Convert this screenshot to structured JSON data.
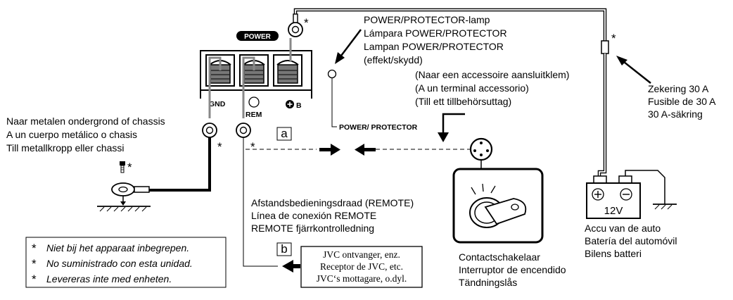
{
  "power_badge": "POWER",
  "terminal_labels": {
    "gnd": "GND",
    "rem": "REM",
    "b": "B"
  },
  "lamp_caption": [
    "POWER/PROTECTOR-lamp",
    "Lámpara POWER/PROTECTOR",
    "Lampan POWER/PROTECTOR",
    "(effekt/skydd)"
  ],
  "accessory_caption": [
    "(Naar een accessoire aansluitklem)",
    "(A un terminal accessorio)",
    "(Till ett tillbehörsuttag)"
  ],
  "power_protector_label": "POWER/ PROTECTOR",
  "fuse_caption": [
    "Zekering 30 A",
    "Fusible de 30 A",
    "30 A-säkring"
  ],
  "chassis_caption": [
    "Naar metalen ondergrond of chassis",
    "A un cuerpo metálico o chasis",
    "Till metallkropp eller chassi"
  ],
  "box_a": "a",
  "box_b": "b",
  "remote_caption": [
    "Afstandsbedieningsdraad (REMOTE)",
    "Línea de conexión REMOTE",
    "REMOTE fjärrkontrolledning"
  ],
  "receiver_box": [
    "JVC ontvanger, enz.",
    "Receptor de JVC, etc.",
    "JVC‘s mottagare, o.dyl."
  ],
  "footnotes": [
    {
      "mark": "*",
      "text": "Niet bij het apparaat inbegrepen."
    },
    {
      "mark": "*",
      "text": "No suministrado con esta unidad."
    },
    {
      "mark": "*",
      "text": "Levereras inte med enheten."
    }
  ],
  "ignition_caption": [
    "Contactschakelaar",
    "Interruptor de encendido",
    "Tändningslås"
  ],
  "battery_label": "12V",
  "battery_caption": [
    "Accu van de auto",
    "Batería del automóvil",
    "Bilens batteri"
  ],
  "asterisk": "*"
}
